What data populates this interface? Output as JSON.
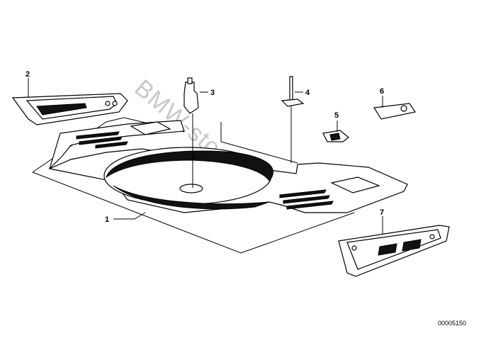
{
  "diagram": {
    "callouts": [
      {
        "id": "1",
        "label": "1"
      },
      {
        "id": "2",
        "label": "2"
      },
      {
        "id": "3",
        "label": "3"
      },
      {
        "id": "4",
        "label": "4"
      },
      {
        "id": "5",
        "label": "5"
      },
      {
        "id": "6",
        "label": "6"
      },
      {
        "id": "7",
        "label": "7"
      }
    ],
    "watermark": "BMW-store.ru",
    "document_number": "00005150"
  }
}
